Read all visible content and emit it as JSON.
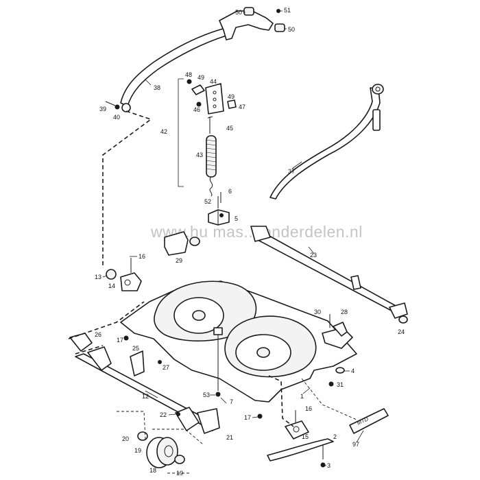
{
  "diagram": {
    "type": "exploded-parts-diagram",
    "watermark": "www.hu mas...tonderdelen.nl",
    "brand_label": "MTD",
    "callouts": [
      "50",
      "51",
      "50",
      "38",
      "39",
      "40",
      "48",
      "49",
      "44",
      "46",
      "49",
      "47",
      "45",
      "42",
      "43",
      "6",
      "52",
      "5",
      "37",
      "29",
      "16",
      "13",
      "14",
      "23",
      "30",
      "28",
      "24",
      "17",
      "25",
      "26",
      "27",
      "4",
      "31",
      "12",
      "53",
      "7",
      "1",
      "16",
      "17",
      "22",
      "20",
      "21",
      "15",
      "2",
      "19",
      "18",
      "19",
      "3",
      "97"
    ]
  }
}
